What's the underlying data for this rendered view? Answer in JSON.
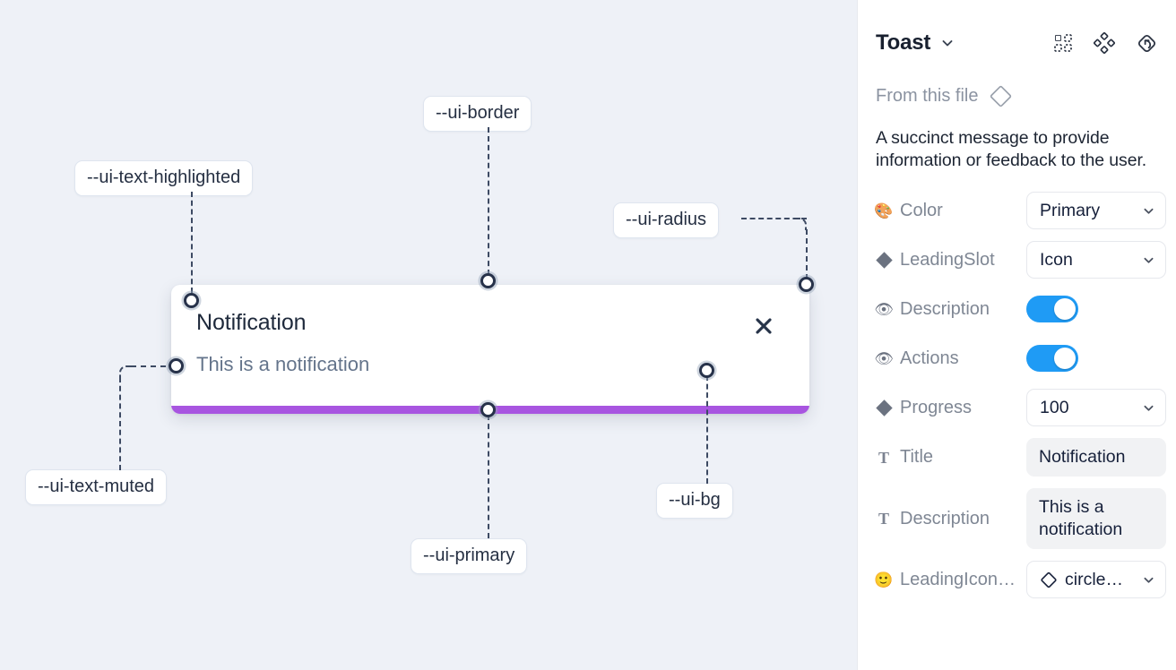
{
  "canvas": {
    "background_color": "#eef1f7",
    "tokens": [
      {
        "name": "ui-border",
        "label": "--ui-border"
      },
      {
        "name": "ui-text-highlighted",
        "label": "--ui-text-highlighted"
      },
      {
        "name": "ui-radius",
        "label": "--ui-radius"
      },
      {
        "name": "ui-text-muted",
        "label": "--ui-text-muted"
      },
      {
        "name": "ui-primary",
        "label": "--ui-primary"
      },
      {
        "name": "ui-bg",
        "label": "--ui-bg"
      }
    ],
    "toast": {
      "title": "Notification",
      "description": "This is a notification",
      "close_icon": "close-icon",
      "progress_percent": 100,
      "progress_color": "#a855e0",
      "background_color": "#ffffff"
    }
  },
  "panel": {
    "title": "Toast",
    "title_caret_icon": "chevron-down-icon",
    "header_actions": [
      {
        "name": "component-grid-icon"
      },
      {
        "name": "variants-cluster-icon"
      },
      {
        "name": "reset-component-icon"
      }
    ],
    "from_this_file": {
      "label": "From this file",
      "icon": "diamond-outline-icon"
    },
    "description": "A succinct message to provide information or feedback to the user.",
    "props": [
      {
        "icon": "palette-icon",
        "icon_glyph": "🎨",
        "icon_kind": "emoji",
        "label": "Color",
        "control": "select",
        "value": "Primary"
      },
      {
        "icon": "diamond-icon",
        "icon_glyph": "",
        "icon_kind": "diamond",
        "label": "LeadingSlot",
        "control": "select",
        "value": "Icon"
      },
      {
        "icon": "eye-icon",
        "icon_glyph": "👁",
        "icon_kind": "emoji",
        "label": "Description",
        "control": "toggle",
        "value": "on"
      },
      {
        "icon": "eye-icon",
        "icon_glyph": "👁",
        "icon_kind": "emoji",
        "label": "Actions",
        "control": "toggle",
        "value": "on"
      },
      {
        "icon": "diamond-icon",
        "icon_glyph": "",
        "icon_kind": "diamond",
        "label": "Progress",
        "control": "select",
        "value": "100"
      },
      {
        "icon": "text-icon",
        "icon_glyph": "T",
        "icon_kind": "serif",
        "label": "Title",
        "control": "textbox",
        "value": "Notification"
      },
      {
        "icon": "text-icon",
        "icon_glyph": "T",
        "icon_kind": "serif",
        "label": "Description",
        "control": "textbox",
        "value": "This is a notification"
      },
      {
        "icon": "emoji-icon",
        "icon_glyph": "🙂",
        "icon_kind": "emoji",
        "label": "LeadingIcon…",
        "control": "select-icon",
        "value": "circle…"
      }
    ]
  }
}
